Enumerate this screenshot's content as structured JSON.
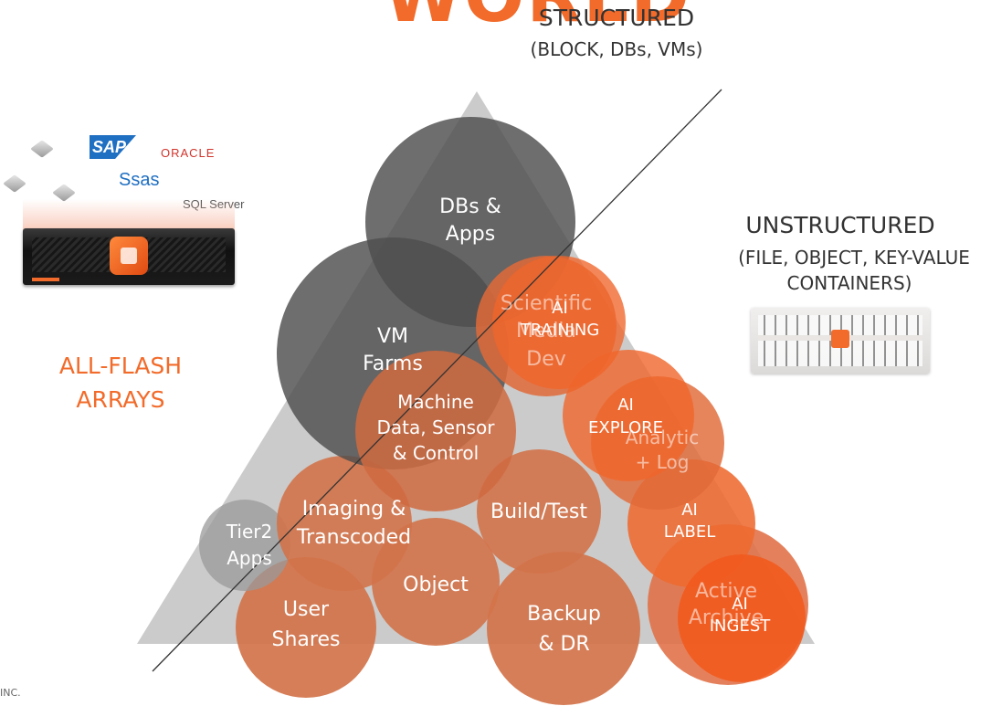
{
  "header": {
    "big_word": "WORLD",
    "structured_title": "STRUCTURED",
    "structured_sub": "(BLOCK, DBs, VMs)",
    "unstructured_title": "UNSTRUCTURED",
    "unstructured_sub_1": "(FILE, OBJECT, KEY-VALUE",
    "unstructured_sub_2": "CONTAINERS)"
  },
  "left": {
    "all_flash_1": "ALL-FLASH",
    "all_flash_2": "ARRAYS",
    "logos": {
      "sap": "SAP",
      "oracle": "ORACLE",
      "sas": "Ssas",
      "sql_server": "SQL Server"
    }
  },
  "circles": [
    {
      "id": "dbs-apps",
      "lines": [
        "DBs &",
        "Apps"
      ]
    },
    {
      "id": "vm-farms",
      "lines": [
        "VM",
        "Farms"
      ]
    },
    {
      "id": "scientific-media",
      "lines": [
        "Scientific",
        "Media",
        "Dev"
      ]
    },
    {
      "id": "ai-training",
      "lines": [
        "AI",
        "TRAINING"
      ]
    },
    {
      "id": "machine-data",
      "lines": [
        "Machine",
        "Data, Sensor",
        "& Control"
      ]
    },
    {
      "id": "ai-explore",
      "lines": [
        "AI",
        "EXPLORE"
      ]
    },
    {
      "id": "analytic-log",
      "lines": [
        "Analytic",
        "+ Log"
      ]
    },
    {
      "id": "imaging",
      "lines": [
        "Imaging &",
        "Transcoded"
      ]
    },
    {
      "id": "build-test",
      "lines": [
        "Build/Test"
      ]
    },
    {
      "id": "ai-label",
      "lines": [
        "AI",
        "LABEL"
      ]
    },
    {
      "id": "tier2-apps",
      "lines": [
        "Tier2",
        "Apps"
      ]
    },
    {
      "id": "object",
      "lines": [
        "Object"
      ]
    },
    {
      "id": "user-shares",
      "lines": [
        "User",
        "Shares"
      ]
    },
    {
      "id": "backup-dr",
      "lines": [
        "Backup",
        "& DR"
      ]
    },
    {
      "id": "active-archive",
      "lines": [
        "Active",
        "Archive"
      ]
    },
    {
      "id": "ai-ingest",
      "lines": [
        "AI",
        "INGEST"
      ]
    }
  ],
  "footer": {
    "copyright": "INC."
  },
  "colors": {
    "accent": "#f26b2a",
    "dark_circle": "#5a5a5a",
    "light_circle": "#c9c9c9",
    "warm_circle": "#d8754e",
    "triangle": "#c6c6c6",
    "text_dark": "#333333"
  }
}
